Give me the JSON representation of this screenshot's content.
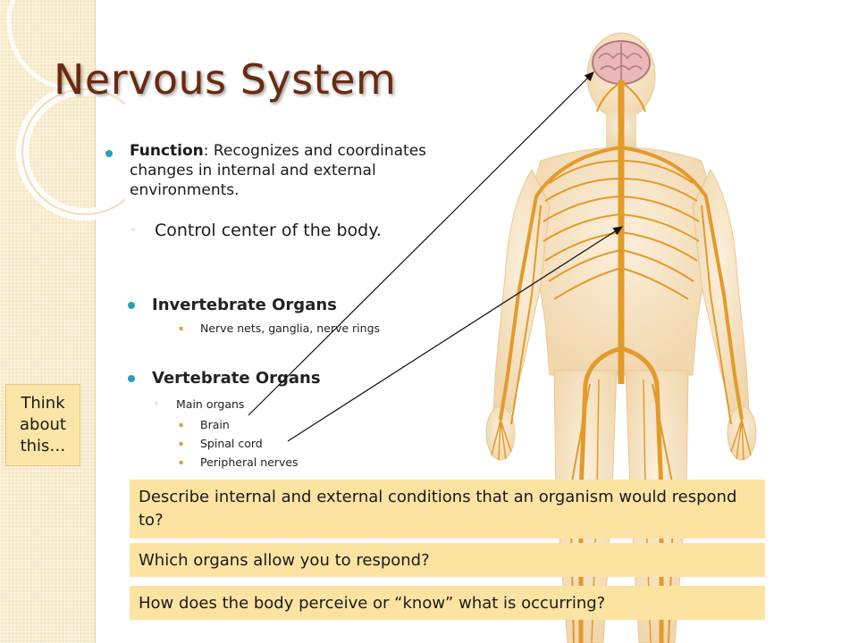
{
  "slide": {
    "title": "Nervous System",
    "function": {
      "label": "Function",
      "text": ": Recognizes and coordinates changes in internal and external environments.",
      "sub": "Control center of the body."
    },
    "invertebrate": {
      "heading": "Invertebrate Organs",
      "items": [
        "Nerve nets, ganglia, nerve rings"
      ]
    },
    "vertebrate": {
      "heading": "Vertebrate Organs",
      "main_label": "Main organs",
      "items": [
        "Brain",
        "Spinal cord",
        "Peripheral nerves"
      ]
    },
    "think": "Think about this…",
    "questions": [
      "Describe internal and external conditions that an organism would respond to?",
      "Which organs allow you to respond?",
      "How does the body perceive or “know” what is occurring?"
    ]
  },
  "colors": {
    "title": "#6b2a10",
    "bullet": "#2aa0b4",
    "question_box": "#fde3a2",
    "nerve": "#e39a2b",
    "skin": "#f6e1bf"
  }
}
